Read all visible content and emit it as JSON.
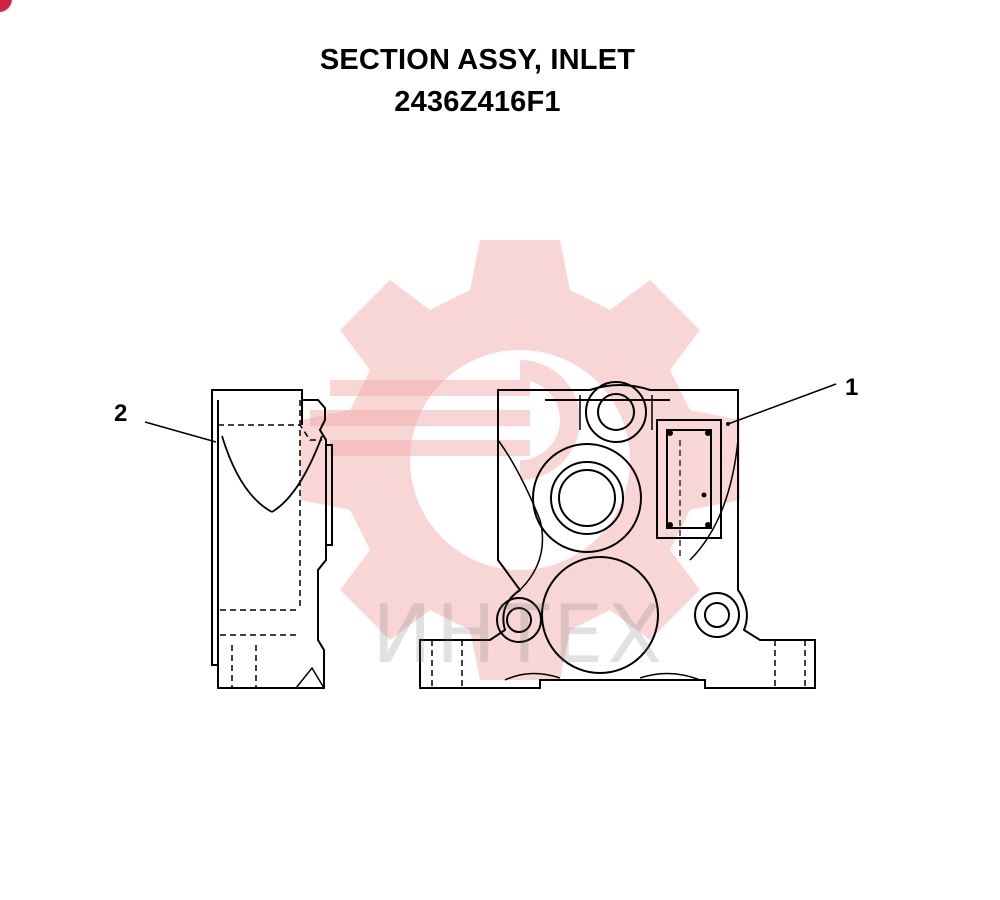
{
  "header": {
    "title_line1": "SECTION ASSY, INLET",
    "title_line2": "2436Z416F1"
  },
  "callouts": {
    "item1": "1",
    "item2": "2"
  },
  "watermark": {
    "text": "ИНТЕХ",
    "icon": "gear-logo-icon",
    "color": "#f2a6a6"
  },
  "colors": {
    "line": "#000000",
    "corner_mark": "#d4213d"
  }
}
